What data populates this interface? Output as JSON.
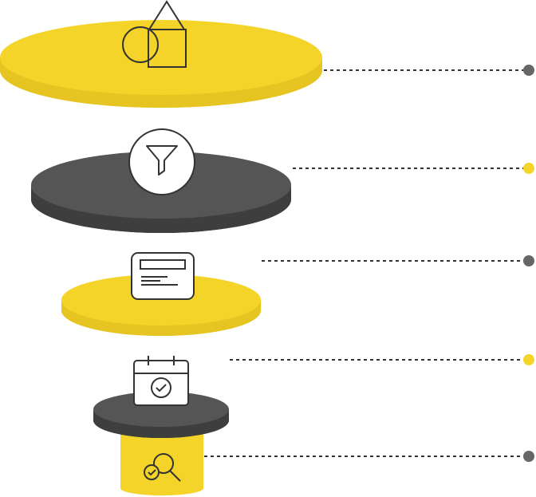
{
  "colors": {
    "yellow": "#f5d42a",
    "yellow_side": "#e6c421",
    "dark": "#555555",
    "dark_side": "#3e3e3e",
    "icon_stroke": "#333333",
    "connector": "#333333",
    "dot_gray": "#666666",
    "dot_yellow": "#f5d42a"
  },
  "stages": [
    {
      "name": "stage-1",
      "icon": "shapes-icon",
      "color": "yellow",
      "dot": "gray"
    },
    {
      "name": "stage-2",
      "icon": "funnel-icon",
      "color": "dark",
      "dot": "yellow"
    },
    {
      "name": "stage-3",
      "icon": "document-card-icon",
      "color": "yellow",
      "dot": "gray"
    },
    {
      "name": "stage-4",
      "icon": "calendar-check-icon",
      "color": "dark",
      "dot": "yellow"
    },
    {
      "name": "stage-5",
      "icon": "magnify-check-icon",
      "color": "yellow",
      "dot": "gray"
    }
  ]
}
